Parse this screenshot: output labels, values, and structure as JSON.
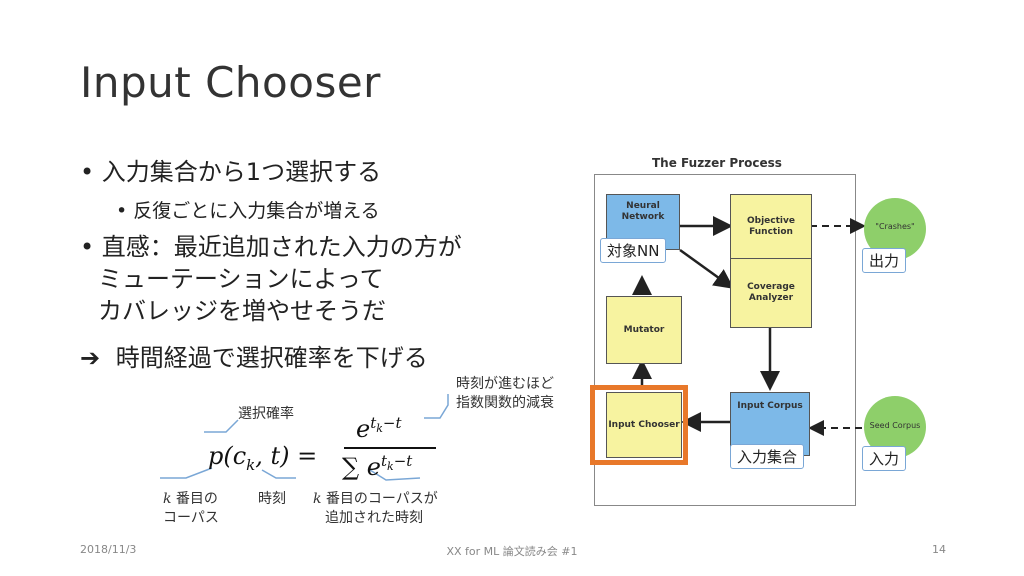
{
  "title": "Input Chooser",
  "bullets": {
    "b1": "入力集合から1つ選択する",
    "b1_sub": "反復ごとに入力集合が増える",
    "b2_line1": "直感：最近追加された入力の方が",
    "b2_line2": "ミューテーションによって",
    "b2_line3": "カバレッジを増やせそうだ",
    "b3_arrow": "➔",
    "b3": "時間経過で選択確率を下げる"
  },
  "formula": {
    "lhs": "p(c",
    "lhs_sub": "k",
    "lhs_rest": ", t) =",
    "num": "e",
    "num_sup": "t",
    "num_sup_sub": "k",
    "num_sup_rest": "−t",
    "den_sum": "∑",
    "den": "e",
    "den_sup": "t",
    "den_sup_sub": "k",
    "den_sup_rest": "−t"
  },
  "annotations": {
    "prob": "選択確率",
    "decay_line1": "時刻が進むほど",
    "decay_line2": "指数関数的減衰",
    "corpus_k": "k",
    "corpus_line1": " 番目の",
    "corpus_line2": "コーパス",
    "time": "時刻",
    "added_k": "k",
    "added_line1": " 番目のコーパスが",
    "added_line2": "追加された時刻"
  },
  "diagram": {
    "title": "The Fuzzer Process",
    "neural_network": "Neural Network",
    "objective": "Objective Function",
    "coverage": "Coverage Analyzer",
    "mutator": "Mutator",
    "input_chooser": "Input Chooser",
    "input_corpus": "Input Corpus",
    "crashes": "\"Crashes\"",
    "seed_corpus": "Seed Corpus",
    "callout_nn": "対象NN",
    "callout_out": "出力",
    "callout_corpus": "入力集合",
    "callout_in": "入力",
    "colors": {
      "blue_box": "#7db9e8",
      "yellow_box": "#f7f3a0",
      "green_circle": "#8ecf6a",
      "highlight": "#e8782a"
    }
  },
  "footer": {
    "date": "2018/11/3",
    "event": "XX for ML 論文読み会 #1",
    "page": "14"
  }
}
